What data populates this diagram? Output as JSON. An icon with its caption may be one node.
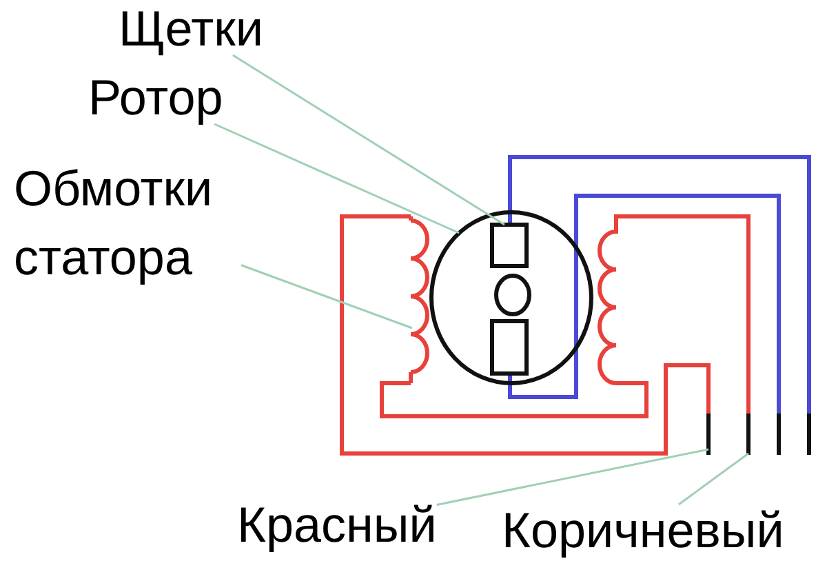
{
  "diagram": {
    "nodes": [
      {
        "text": [
          "Щетки"
        ]
      },
      {
        "text": [
          "Ротор"
        ]
      },
      {
        "text": [
          "Обмотки статора"
        ]
      },
      {
        "text": [
          "Красный"
        ]
      },
      {
        "text": [
          "Коричневый"
        ]
      },
      {
        "text": [],
        "shape": "box",
        "in": 6
      },
      {
        "text": [],
        "shape": "circle"
      },
      {
        "text": [],
        "shape": "coil"
      },
      {
        "text": [],
        "shape": "bar"
      },
      {
        "text": [],
        "shape": "bar"
      }
    ],
    "edges": [
      {
        "from": 0,
        "to": 5,
        "arrow": "none"
      },
      {
        "from": 1,
        "to": 6,
        "arrow": "none"
      },
      {
        "from": 2,
        "to": 7,
        "arrow": "none"
      },
      {
        "from": 3,
        "to": 8,
        "arrow": "none"
      },
      {
        "from": 4,
        "to": 9,
        "arrow": "none"
      }
    ]
  }
}
